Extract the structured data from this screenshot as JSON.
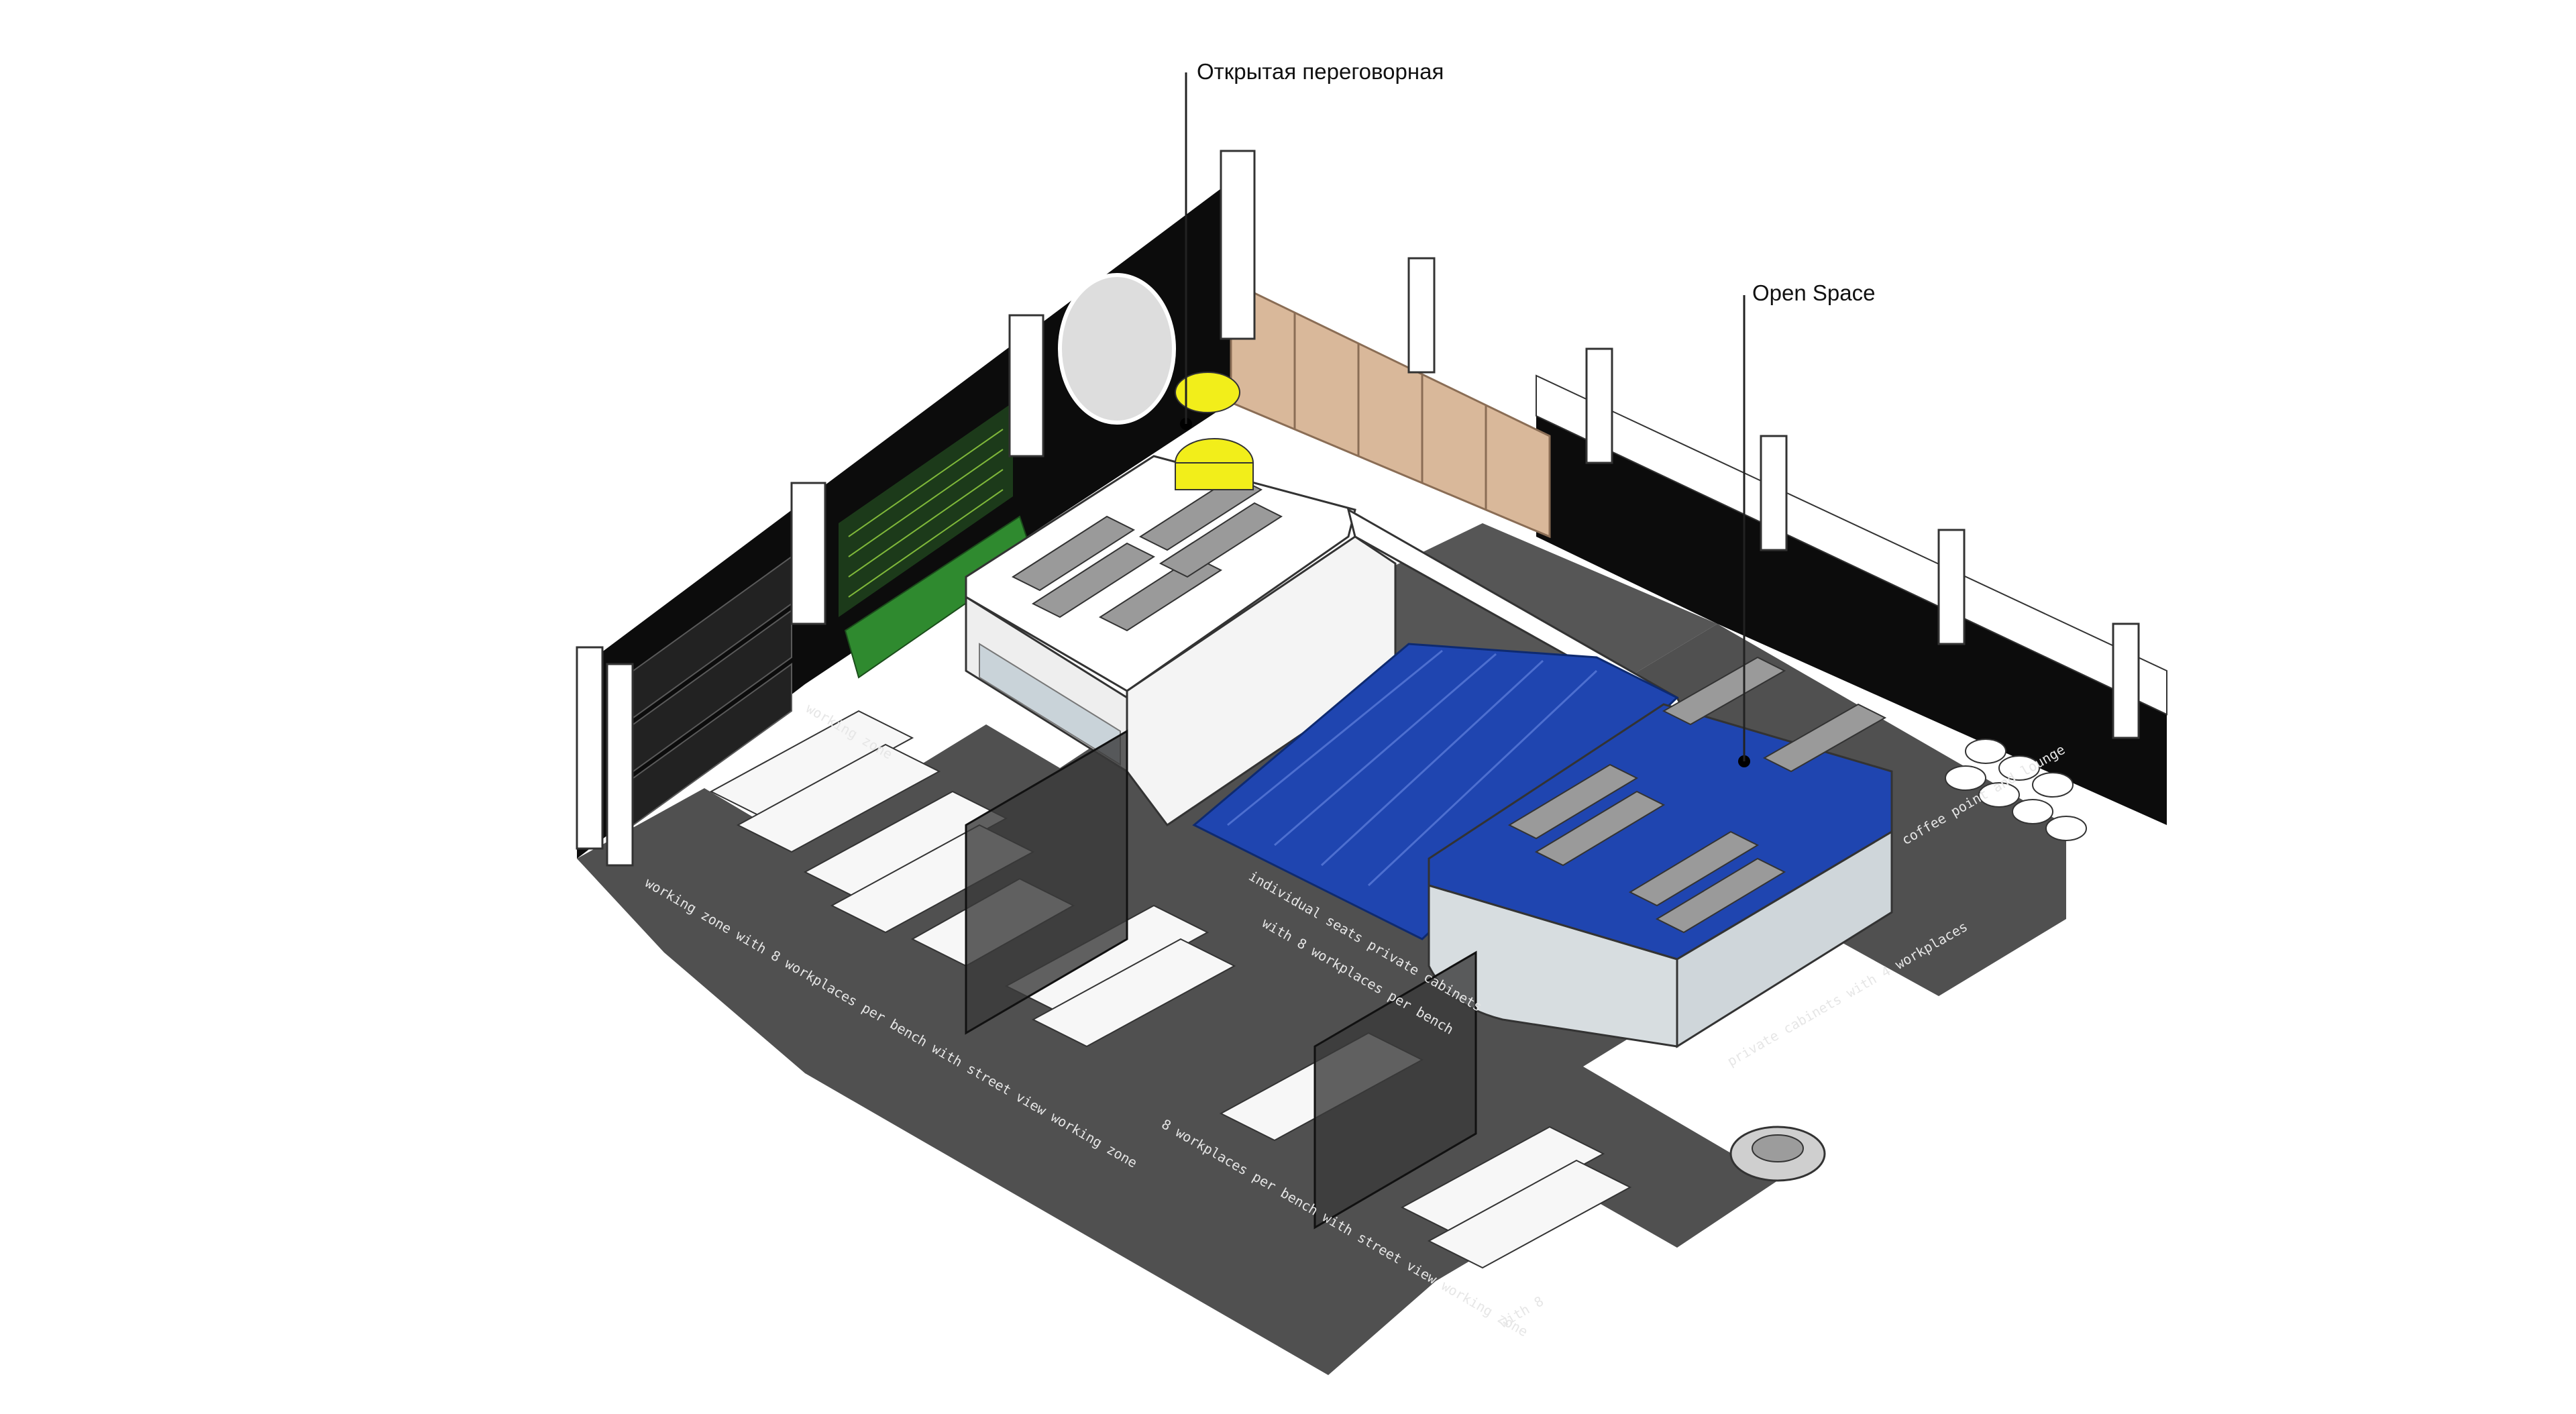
{
  "annotations": {
    "open_meeting_room": "Открытая переговорная",
    "open_space": "Open Space"
  },
  "floor_text": {
    "zone_1": "working zone with 8 workplaces per bench with street view working zone",
    "zone_2": "8 workplaces per bench with street view working zone",
    "zone_3": "with 8 workplaces per bench",
    "zone_4": "private cabinets with 4 workplaces",
    "zone_5": "individual seats private cabinets",
    "zone_6": "with 8",
    "zone_7": "working zone",
    "zone_8": "coffee point and lounge"
  },
  "colors": {
    "floor": "#505050",
    "wall_black": "#0c0c0c",
    "column_white": "#ffffff",
    "amphitheatre_blue": "#1f45b0",
    "accent_yellow": "#f2ee1a",
    "wood_partition": "#d9b89a",
    "green_sofa": "#2f8a2f",
    "plant_wall": "#7fb83a",
    "desk_white": "#f7f7f7",
    "desk_grey": "#9a9a9a"
  }
}
